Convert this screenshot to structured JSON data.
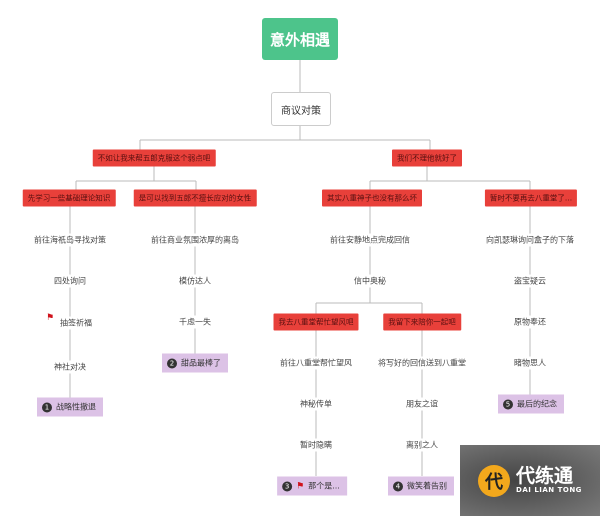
{
  "root": "意外相遇",
  "sub": "商议对策",
  "branches": {
    "a": "不如让我来帮五郎克服这个弱点吧",
    "b": "我们不理他就好了",
    "a1": "先学习一些基础理论知识",
    "a2": "是可以找到五郎不擅长应对的女性",
    "b1": "其实八重神子也没有那么坏",
    "b2": "暂时不要再去八重堂了...",
    "b1a": "我去八重堂帮忙望风吧",
    "b1b": "我留下来陪你一起吧"
  },
  "steps": {
    "a1": [
      "前往海祇岛寻找对策",
      "四处询问",
      "抽签祈福",
      "神社对决"
    ],
    "a2": [
      "前往商业氛围浓厚的离岛",
      "模仿达人",
      "千虑一失"
    ],
    "b1": [
      "前往安静地点完成回信",
      "信中奥秘"
    ],
    "b1a": [
      "前往八重堂帮忙望风",
      "神秘传单",
      "暂时隐瞒"
    ],
    "b1b": [
      "将写好的回信送到八重堂",
      "朋友之谊",
      "离别之人"
    ],
    "b2": [
      "向凯瑟琳询问盒子的下落",
      "盗宝疑云",
      "原物奉还",
      "睹物思人"
    ]
  },
  "endings": [
    {
      "num": "1",
      "label": "战略性撤退"
    },
    {
      "num": "2",
      "label": "甜品最棒了"
    },
    {
      "num": "3",
      "label": "那个是..."
    },
    {
      "num": "4",
      "label": "微笑着告别"
    },
    {
      "num": "5",
      "label": "最后的纪念"
    }
  ],
  "watermark": {
    "logo_char": "代",
    "name": "代练通",
    "pinyin": "DAI LIAN TONG"
  },
  "colors": {
    "root": "#4dc48b",
    "branch": "#e8403a",
    "ending": "#dcc2e6",
    "flag": "#d0121b"
  }
}
